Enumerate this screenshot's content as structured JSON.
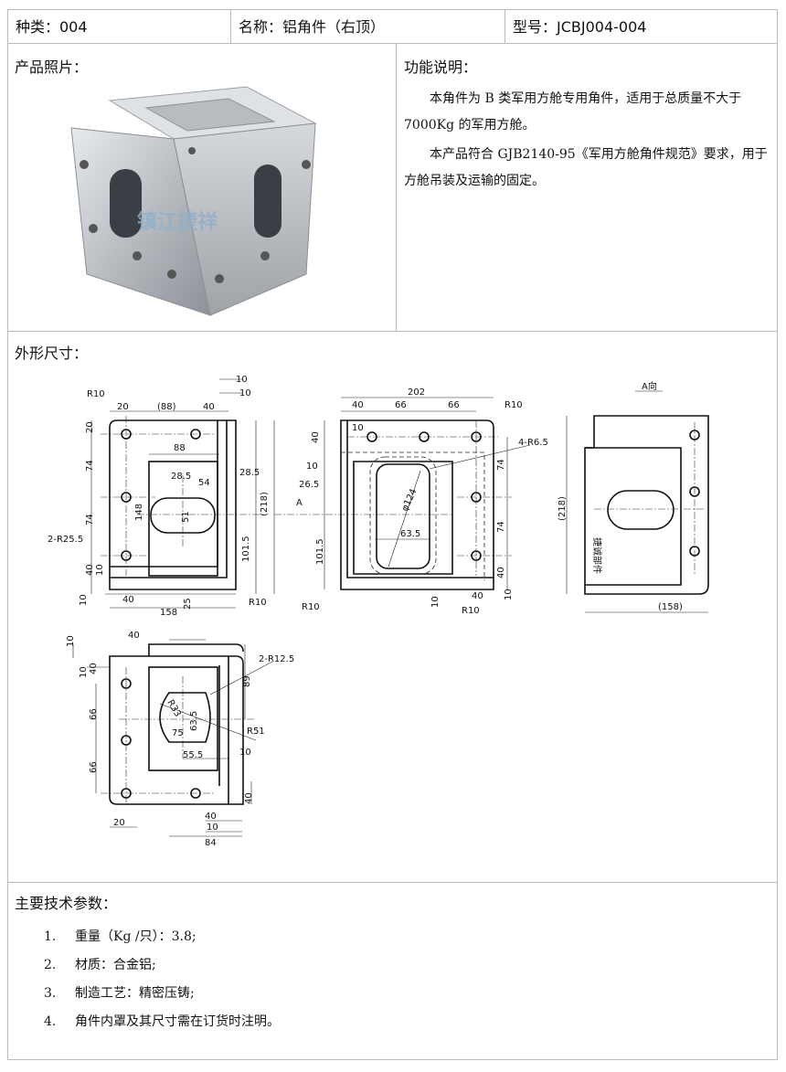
{
  "header": {
    "category": "种类：004",
    "name": "名称：铝角件（右顶）",
    "model": "型号：JCBJ004-004"
  },
  "photo": {
    "title": "产品照片：",
    "watermark": "镇江捷祥"
  },
  "function": {
    "title": "功能说明：",
    "paragraphs": [
      "本角件为 B 类军用方舱专用角件，适用于总质量不大于 7000Kg 的军用方舱。",
      "本产品符合 GJB2140-95《军用方舱角件规范》要求，用于方舱吊装及运输的固定。"
    ]
  },
  "dimensions": {
    "title": "外形尺寸：",
    "view1": [
      "R10",
      "20",
      "(88)",
      "40",
      "10",
      "10",
      "88",
      "28.5",
      "54",
      "28.5",
      "148",
      "51",
      "2-R25.5",
      "(218)",
      "101.5",
      "20",
      "74",
      "74",
      "40",
      "10",
      "10",
      "40",
      "158",
      "25",
      "R10"
    ],
    "view2": [
      "202",
      "40",
      "66",
      "66",
      "R10",
      "10",
      "40",
      "4-R6.5",
      "10",
      "26.5",
      "A",
      "φ124",
      "63.5",
      "101.5",
      "74",
      "74",
      "40",
      "10",
      "R10",
      "10",
      "40",
      "R10"
    ],
    "view3": [
      "A向",
      "(218)",
      "捷诚部件",
      "(158)"
    ],
    "view4": [
      "10",
      "40",
      "10",
      "40",
      "2-R12.5",
      "89",
      "R33",
      "63.5",
      "75",
      "R51",
      "55.5",
      "10",
      "66",
      "66",
      "40",
      "20",
      "40",
      "10",
      "84"
    ]
  },
  "specs": {
    "title": "主要技术参数：",
    "items": [
      {
        "num": "1.",
        "text": "重量（Kg /只）：3.8;"
      },
      {
        "num": "2.",
        "text": "材质：合金铝;"
      },
      {
        "num": "3.",
        "text": "制造工艺：精密压铸;"
      },
      {
        "num": "4.",
        "text": "角件内罩及其尺寸需在订货时注明。"
      }
    ]
  }
}
